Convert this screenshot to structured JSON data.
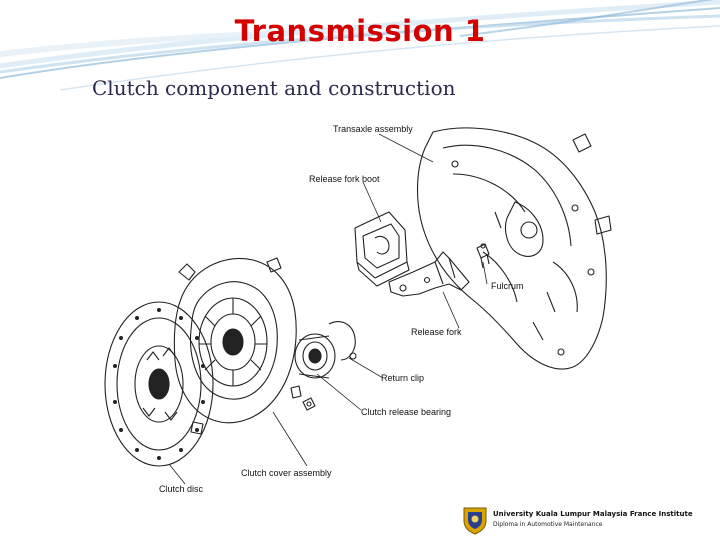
{
  "slide": {
    "title": "Transmission 1",
    "subtitle": "Clutch component and construction"
  },
  "diagram": {
    "labels": {
      "transaxle_assembly": "Transaxle assembly",
      "release_fork_boot": "Release fork boot",
      "fulcrum": "Fulcrum",
      "release_fork": "Release fork",
      "return_clip": "Return clip",
      "clutch_release_bearing": "Clutch release bearing",
      "clutch_cover_assembly": "Clutch cover assembly",
      "clutch_disc": "Clutch disc"
    }
  },
  "footer": {
    "institution": "University Kuala Lumpur Malaysia France Institute",
    "program": "Diploma in Automotive Maintenance"
  },
  "colors": {
    "title": "#d40000",
    "subtitle": "#2a2a4a",
    "swoosh": "#9fc4e0"
  }
}
